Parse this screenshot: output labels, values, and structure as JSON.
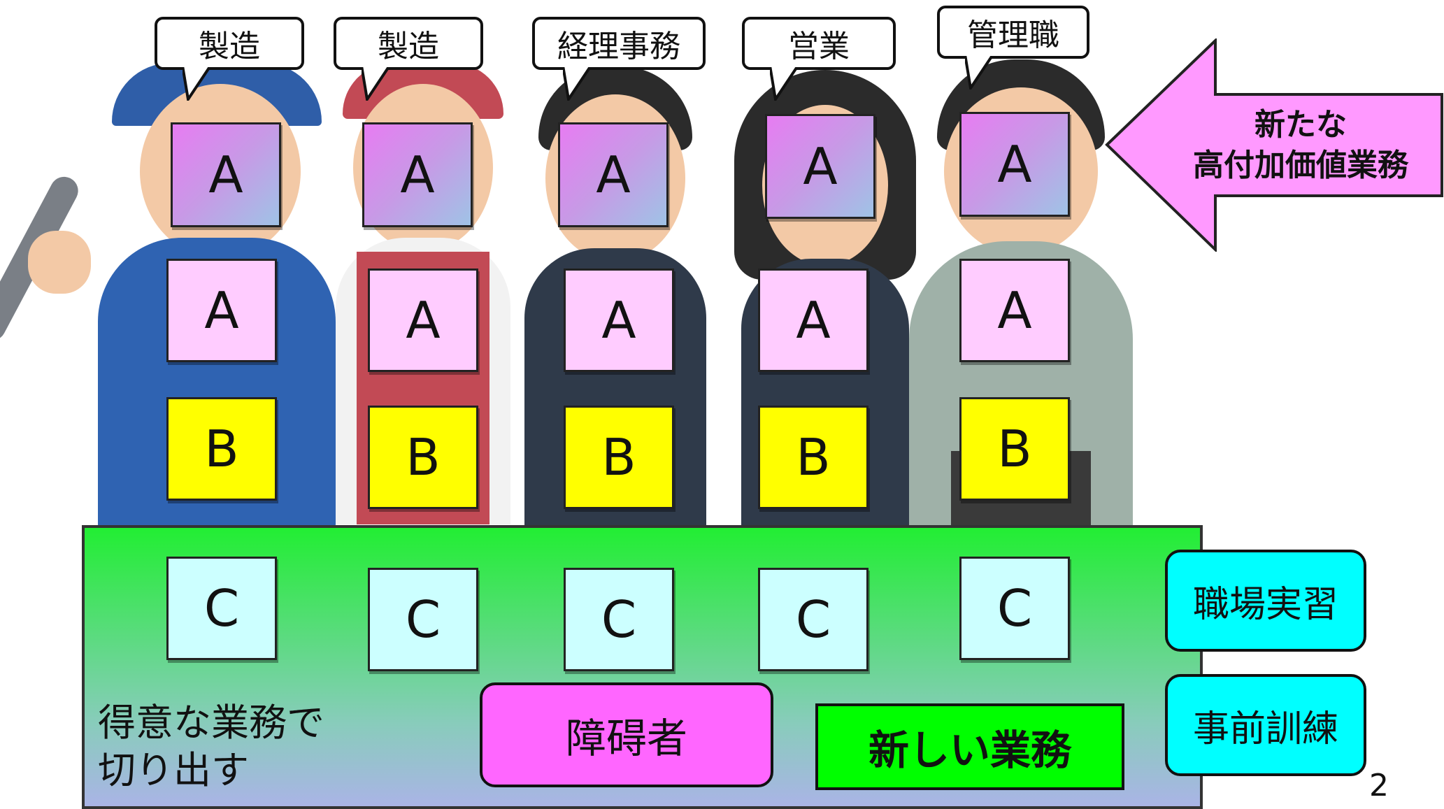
{
  "people": [
    {
      "role": "製造",
      "boxes": [
        "A",
        "A",
        "B",
        "C"
      ]
    },
    {
      "role": "製造",
      "boxes": [
        "A",
        "A",
        "B",
        "C"
      ]
    },
    {
      "role": "経理事務",
      "boxes": [
        "A",
        "A",
        "B",
        "C"
      ]
    },
    {
      "role": "営業",
      "boxes": [
        "A",
        "A",
        "B",
        "C"
      ]
    },
    {
      "role": "管理職",
      "boxes": [
        "A",
        "A",
        "B",
        "C"
      ]
    }
  ],
  "arrow": {
    "line1": "新たな",
    "line2": "高付加価値業務"
  },
  "region_label": {
    "line1": "得意な業務で",
    "line2": "切り出す"
  },
  "disabled_box": "障碍者",
  "new_task_box": "新しい業務",
  "side_boxes": [
    "職場実習",
    "事前訓練"
  ],
  "page_number": "2",
  "colors": {
    "a_top_gradient": [
      "#e77cf2",
      "#9fc3e6"
    ],
    "a_middle": "#ffccff",
    "b": "#ffff00",
    "c": "#ccffff",
    "region": "#22ee33",
    "cyan_box": "#00ffff",
    "magenta_box": "#ff66ff",
    "new_task_box": "#00ff00",
    "arrow": "#ff99ff"
  }
}
